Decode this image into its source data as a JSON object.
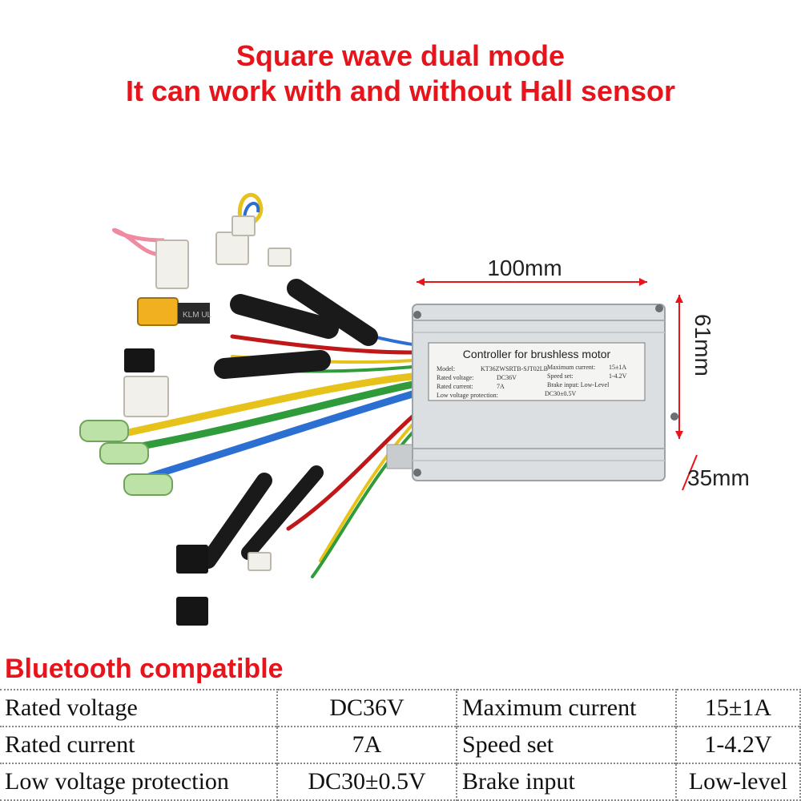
{
  "headline": {
    "line1": "Square wave dual mode",
    "line2": "It can work with and without Hall sensor"
  },
  "product": {
    "label_title": "Controller for brushless motor",
    "label_rows": [
      {
        "k1": "Model:",
        "v1": "KT36ZWSRTB-SJT02LB",
        "k2": "Maximum current:",
        "v2": "15±1A"
      },
      {
        "k1": "Rated voltage:",
        "v1": "DC36V",
        "k2": "Speed set:",
        "v2": "1-4.2V"
      },
      {
        "k1": "Rated current:",
        "v1": "7A",
        "k2": "Brake input: Low-Level",
        "v2": ""
      },
      {
        "k1": "Low voltage protection:",
        "v1": "DC30±0.5V",
        "k2": "",
        "v2": ""
      }
    ],
    "connector_text": "KLM UL",
    "dimensions": {
      "length": "100mm",
      "height": "61mm",
      "depth": "35mm"
    }
  },
  "bluetooth_title": "Bluetooth compatible",
  "specs": [
    {
      "label1": "Rated voltage",
      "value1": "DC36V",
      "label2": "Maximum current",
      "value2": "15±1A"
    },
    {
      "label1": "Rated current",
      "value1": "7A",
      "label2": "Speed set",
      "value2": "1-4.2V"
    },
    {
      "label1": "Low voltage protection",
      "value1": "DC30±0.5V",
      "label2": "Brake input",
      "value2": "Low-level"
    }
  ],
  "colors": {
    "accent_red": "#e8141b",
    "housing": "#d9dcde",
    "wire_black": "#1a1a1a"
  }
}
